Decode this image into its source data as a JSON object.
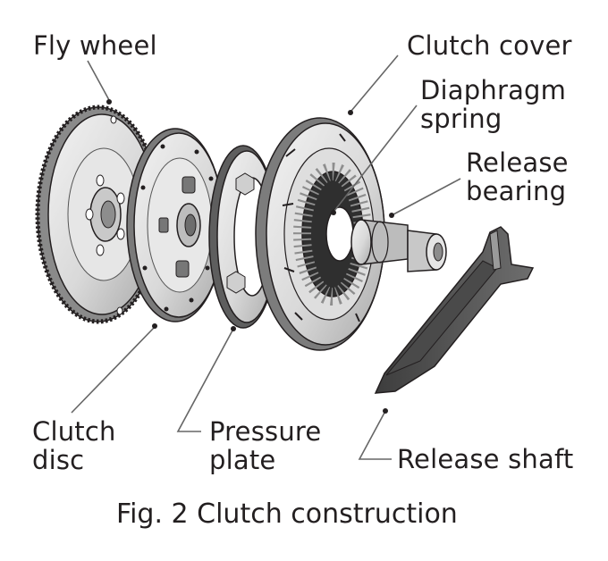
{
  "labels": {
    "flywheel": "Fly wheel",
    "clutch_cover": "Clutch cover",
    "diaphragm_spring": [
      "Diaphragm",
      "spring"
    ],
    "release_bearing": [
      "Release",
      "bearing"
    ],
    "clutch_disc": [
      "Clutch",
      "disc"
    ],
    "pressure_plate": [
      "Pressure",
      "plate"
    ],
    "release_shaft": "Release shaft"
  },
  "caption": "Fig. 2 Clutch construction"
}
